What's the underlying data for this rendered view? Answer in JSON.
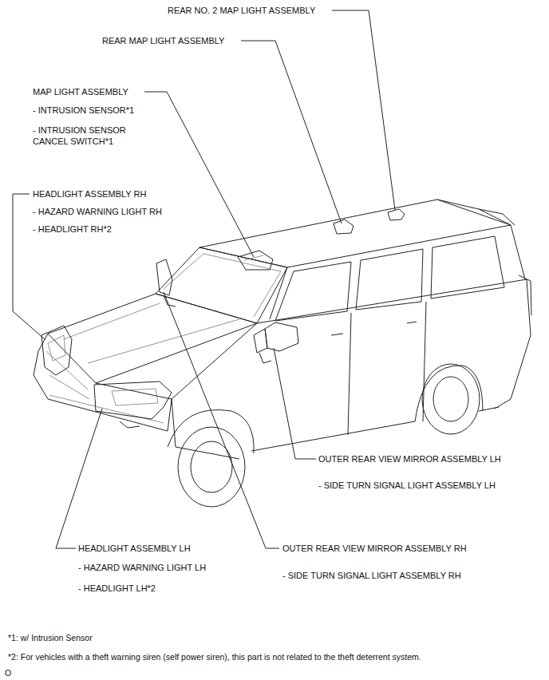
{
  "diagram": {
    "labels": [
      "REAR NO. 2 MAP LIGHT ASSEMBLY",
      "REAR MAP LIGHT ASSEMBLY",
      "MAP LIGHT ASSEMBLY",
      "- INTRUSION SENSOR*1",
      "- INTRUSION SENSOR CANCEL SWITCH*1",
      "HEADLIGHT ASSEMBLY RH",
      "- HAZARD WARNING LIGHT RH",
      "- HEADLIGHT RH*2",
      "OUTER REAR VIEW MIRROR ASSEMBLY LH",
      "- SIDE TURN SIGNAL LIGHT ASSEMBLY LH",
      "HEADLIGHT ASSEMBLY LH",
      "- HAZARD WARNING LIGHT LH",
      "- HEADLIGHT LH*2",
      "OUTER REAR VIEW MIRROR ASSEMBLY RH",
      "- SIDE TURN SIGNAL LIGHT ASSEMBLY RH",
      "*1: w/ Intrusion Sensor",
      "*2: For vehicles with a theft warning siren (self power siren), this part is not related to the theft deterrent system.",
      "O"
    ]
  }
}
